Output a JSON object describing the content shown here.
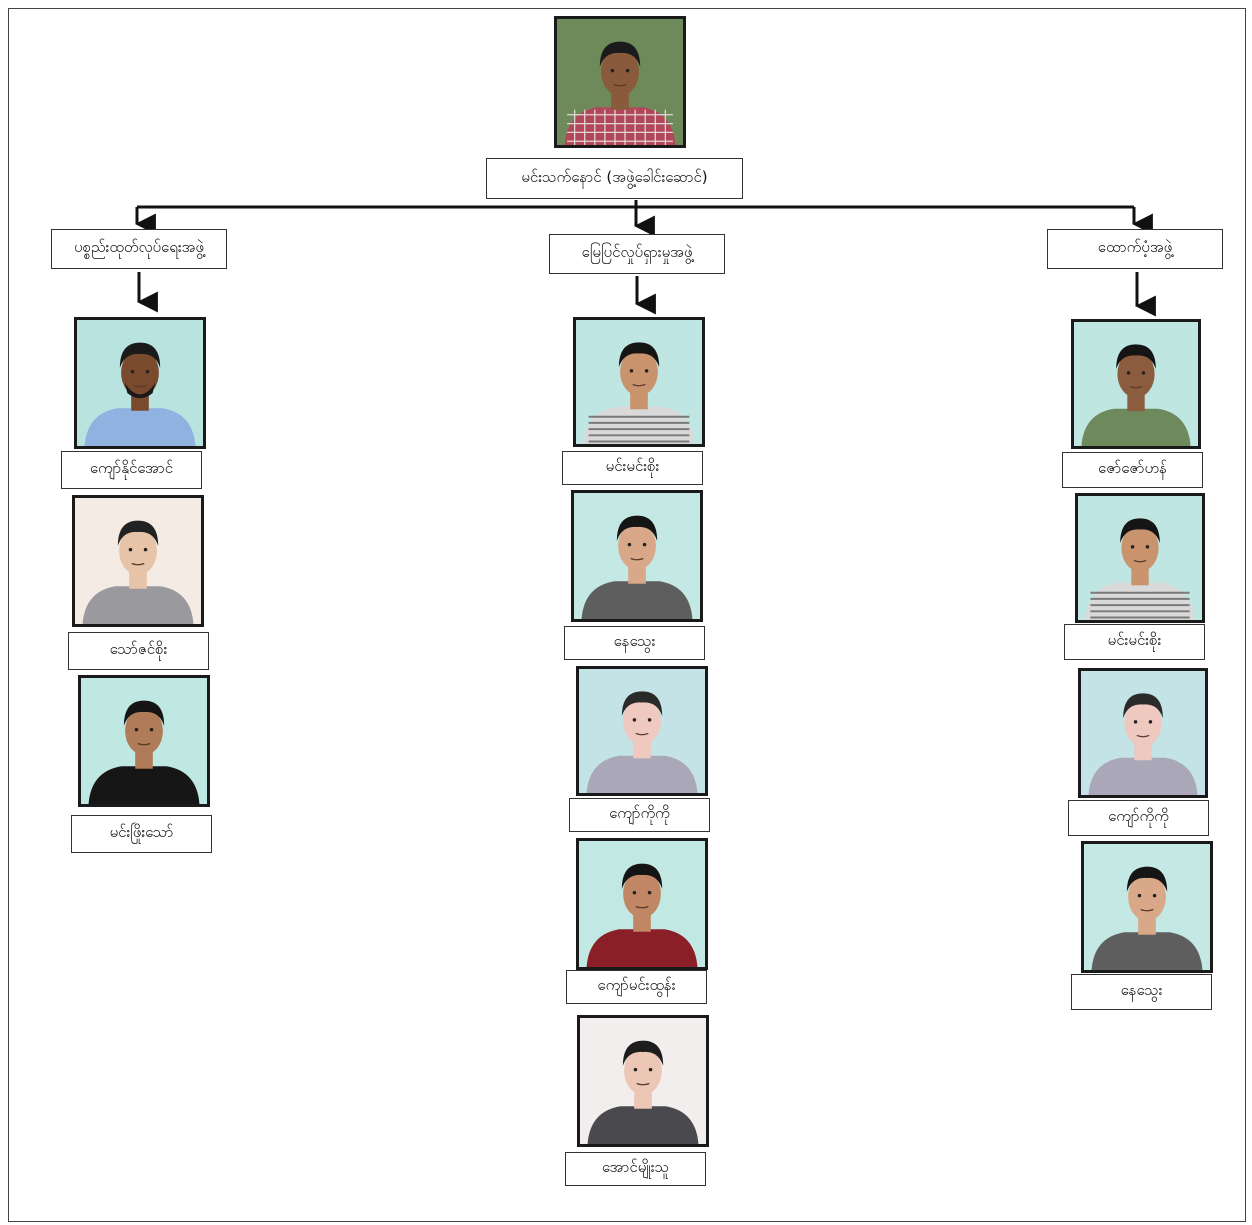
{
  "leader": {
    "name": "မင်းသက်နောင် (အဖွဲ့ခေါင်းဆောင်)",
    "photo": {
      "bg": "#6f8a5a",
      "skin": "#8a5a3c",
      "hair": "#1b1b1b",
      "shirt": "#b0485a",
      "shirt_pattern": "plaid"
    }
  },
  "branches": [
    {
      "title": "ပစ္စည်းထုတ်လုပ်ရေးအဖွဲ့",
      "members": [
        {
          "name": "ကျော်နိုင်အောင်",
          "photo": {
            "bg": "#b9e3df",
            "skin": "#7a4a2e",
            "hair": "#1a1a1a",
            "shirt": "#8fb2e0",
            "beard": true
          }
        },
        {
          "name": "သော်ဇင်စိုး",
          "photo": {
            "bg": "#f4ece4",
            "skin": "#e7c3a8",
            "hair": "#222222",
            "shirt": "#9a9a9e"
          }
        },
        {
          "name": "မင်းဖြိုးသော်",
          "photo": {
            "bg": "#bfe8e2",
            "skin": "#b07b58",
            "hair": "#151515",
            "shirt": "#161616"
          }
        }
      ]
    },
    {
      "title": "မြေပြင်လှုပ်ရှားမှုအဖွဲ့",
      "members": [
        {
          "name": "မင်းမင်းစိုး",
          "photo": {
            "bg": "#bfe6e2",
            "skin": "#c9936e",
            "hair": "#151515",
            "shirt": "#d9d9d9",
            "shirt_pattern": "stripes"
          }
        },
        {
          "name": "နေသွေး",
          "photo": {
            "bg": "#c4e9e5",
            "skin": "#d8a888",
            "hair": "#151515",
            "shirt": "#5e5e5e"
          }
        },
        {
          "name": "ကျော်ကိုကို",
          "photo": {
            "bg": "#c3e3e6",
            "skin": "#efc8bf",
            "hair": "#2a2a2a",
            "shirt": "#a9a7b8"
          }
        },
        {
          "name": "ကျော်မင်းထွန်း",
          "photo": {
            "bg": "#c2e8e4",
            "skin": "#c18765",
            "hair": "#141414",
            "shirt": "#8a1f28"
          }
        },
        {
          "name": "အောင်မျိုးသူ",
          "photo": {
            "bg": "#f2eeee",
            "skin": "#ecc7b6",
            "hair": "#1d1d1d",
            "shirt": "#4a4a4e"
          }
        }
      ]
    },
    {
      "title": "ထောက်ပံ့အဖွဲ့",
      "members": [
        {
          "name": "ဇော်ဇော်ဟန်",
          "photo": {
            "bg": "#bfe6e0",
            "skin": "#8c5c3e",
            "hair": "#141414",
            "shirt": "#6e8a5c"
          }
        },
        {
          "name": "မင်းမင်းစိုး",
          "photo": {
            "bg": "#bfe6e2",
            "skin": "#c9936e",
            "hair": "#151515",
            "shirt": "#d9d9d9",
            "shirt_pattern": "stripes"
          }
        },
        {
          "name": "ကျော်ကိုကို",
          "photo": {
            "bg": "#c3e3e6",
            "skin": "#efc8bf",
            "hair": "#2a2a2a",
            "shirt": "#a9a7b8"
          }
        },
        {
          "name": "နေသွေး",
          "photo": {
            "bg": "#c4e9e5",
            "skin": "#d8a888",
            "hair": "#151515",
            "shirt": "#5e5e5e"
          }
        }
      ]
    }
  ]
}
